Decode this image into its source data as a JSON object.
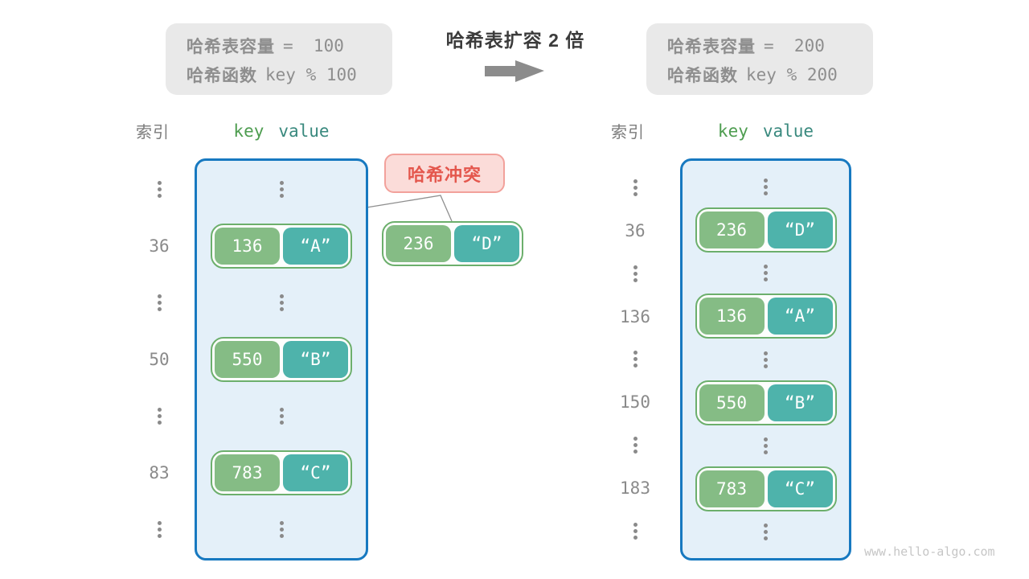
{
  "title": "哈希表扩容 2 倍",
  "watermark": "www.hello-algo.com",
  "capacity_before": {
    "line1": {
      "label": "哈希表容量",
      "value": "=  100"
    },
    "line2": {
      "label": "哈希函数",
      "value": "key % 100"
    }
  },
  "capacity_after": {
    "line1": {
      "label": "哈希表容量",
      "value": "=  200"
    },
    "line2": {
      "label": "哈希函数",
      "value": "key % 200"
    }
  },
  "collision": {
    "label": "哈希冲突",
    "pair": {
      "key": "236",
      "value": "“D”"
    }
  },
  "left_table": {
    "headers": {
      "index": "索引",
      "key": "key",
      "value": "value"
    },
    "rows": [
      {
        "type": "ellipsis"
      },
      {
        "type": "pair",
        "index": "36",
        "key": "136",
        "value": "“A”"
      },
      {
        "type": "ellipsis"
      },
      {
        "type": "pair",
        "index": "50",
        "key": "550",
        "value": "“B”"
      },
      {
        "type": "ellipsis"
      },
      {
        "type": "pair",
        "index": "83",
        "key": "783",
        "value": "“C”"
      },
      {
        "type": "ellipsis"
      }
    ]
  },
  "right_table": {
    "headers": {
      "index": "索引",
      "key": "key",
      "value": "value"
    },
    "rows": [
      {
        "type": "ellipsis"
      },
      {
        "type": "pair",
        "index": "36",
        "key": "236",
        "value": "“D”"
      },
      {
        "type": "ellipsis"
      },
      {
        "type": "pair",
        "index": "136",
        "key": "136",
        "value": "“A”"
      },
      {
        "type": "ellipsis"
      },
      {
        "type": "pair",
        "index": "150",
        "key": "550",
        "value": "“B”"
      },
      {
        "type": "ellipsis"
      },
      {
        "type": "pair",
        "index": "183",
        "key": "783",
        "value": "“C”"
      },
      {
        "type": "ellipsis"
      }
    ]
  },
  "colors": {
    "table_border_blue": "#1779C0",
    "table_fill_blue": "#E4F0F9",
    "key_green": "#85BC85",
    "value_teal": "#4EB3AB",
    "pair_border_green": "#6CAF6C",
    "collision_text_red": "#E4574D",
    "collision_bg_pink": "#FBDCD9",
    "collision_border": "#F2A19B",
    "info_box_gray": "#E9E9E9",
    "arrow_gray": "#8C8C8C"
  }
}
